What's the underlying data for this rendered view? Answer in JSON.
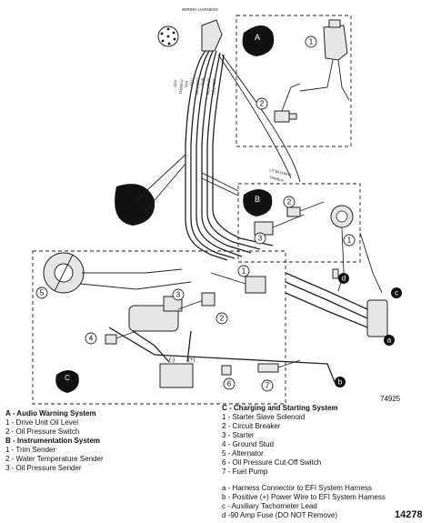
{
  "top_label": "WIRING HARNESS",
  "wire_labels": [
    "GRY",
    "TAN/BLU",
    "BLK",
    "BLU",
    "BRN/WHT",
    "PUR",
    "RED/PUR",
    "YEL/RED",
    "LIT BLU/WHT",
    "TAN/BLK"
  ],
  "callouts": {
    "a": "a",
    "b": "b",
    "c": "c",
    "d": "d",
    "n1": "1",
    "n2": "2",
    "n3": "3",
    "n4": "4",
    "n5": "5",
    "n6": "6",
    "n7": "7"
  },
  "figure_number": "74925",
  "corner_code": "14278",
  "legend_left": {
    "section_a": "A - Audio Warning System",
    "a_items": [
      "1 - Drive Unit Oil Level",
      "2 - Oil Pressure Switch"
    ],
    "section_b": "B - Instrumentation System",
    "b_items": [
      "1 - Trim Sender",
      "2 - Water Temperature Sender",
      "3 - Oil Pressure Sender"
    ]
  },
  "legend_right": {
    "section_c": "C - Charging and Starting System",
    "c_items": [
      "1 - Starter Slave Solenoid",
      "2 - Circuit Breaker",
      "3 - Starter",
      "4 - Ground Stud",
      "5 - Alternator",
      "6 - Oil Pressure Cut-Off Switch",
      "7 - Fuel Pump"
    ],
    "notes": [
      "a - Harness Connector to EFI System Harness",
      "b - Positive (+) Power Wire to EFI System Harness",
      "c - Auxiliary Tachometer Lead",
      "d -90 Amp Fuse (DO NOT Remove)"
    ]
  }
}
